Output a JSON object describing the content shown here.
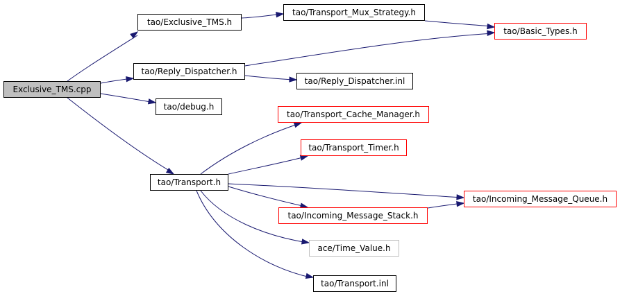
{
  "colors": {
    "edge": "#191970",
    "root_fill": "#bfbfbf",
    "default_border": "#000000",
    "external_border": "#ff0000",
    "missing_border": "#bfbfbf"
  },
  "nodes": [
    {
      "id": "exclusive_tms_cpp",
      "label": "Exclusive_TMS.cpp",
      "style": "root"
    },
    {
      "id": "exclusive_tms_h",
      "label": "tao/Exclusive_TMS.h",
      "style": "normal"
    },
    {
      "id": "transport_mux_strategy_h",
      "label": "tao/Transport_Mux_Strategy.h",
      "style": "normal"
    },
    {
      "id": "basic_types_h",
      "label": "tao/Basic_Types.h",
      "style": "red"
    },
    {
      "id": "reply_dispatcher_h",
      "label": "tao/Reply_Dispatcher.h",
      "style": "normal"
    },
    {
      "id": "reply_dispatcher_inl",
      "label": "tao/Reply_Dispatcher.inl",
      "style": "normal"
    },
    {
      "id": "debug_h",
      "label": "tao/debug.h",
      "style": "normal"
    },
    {
      "id": "transport_cache_manager_h",
      "label": "tao/Transport_Cache_Manager.h",
      "style": "red"
    },
    {
      "id": "transport_timer_h",
      "label": "tao/Transport_Timer.h",
      "style": "red"
    },
    {
      "id": "transport_h",
      "label": "tao/Transport.h",
      "style": "normal"
    },
    {
      "id": "incoming_message_queue_h",
      "label": "tao/Incoming_Message_Queue.h",
      "style": "red"
    },
    {
      "id": "incoming_message_stack_h",
      "label": "tao/Incoming_Message_Stack.h",
      "style": "red"
    },
    {
      "id": "time_value_h",
      "label": "ace/Time_Value.h",
      "style": "gray"
    },
    {
      "id": "transport_inl",
      "label": "tao/Transport.inl",
      "style": "normal"
    }
  ]
}
